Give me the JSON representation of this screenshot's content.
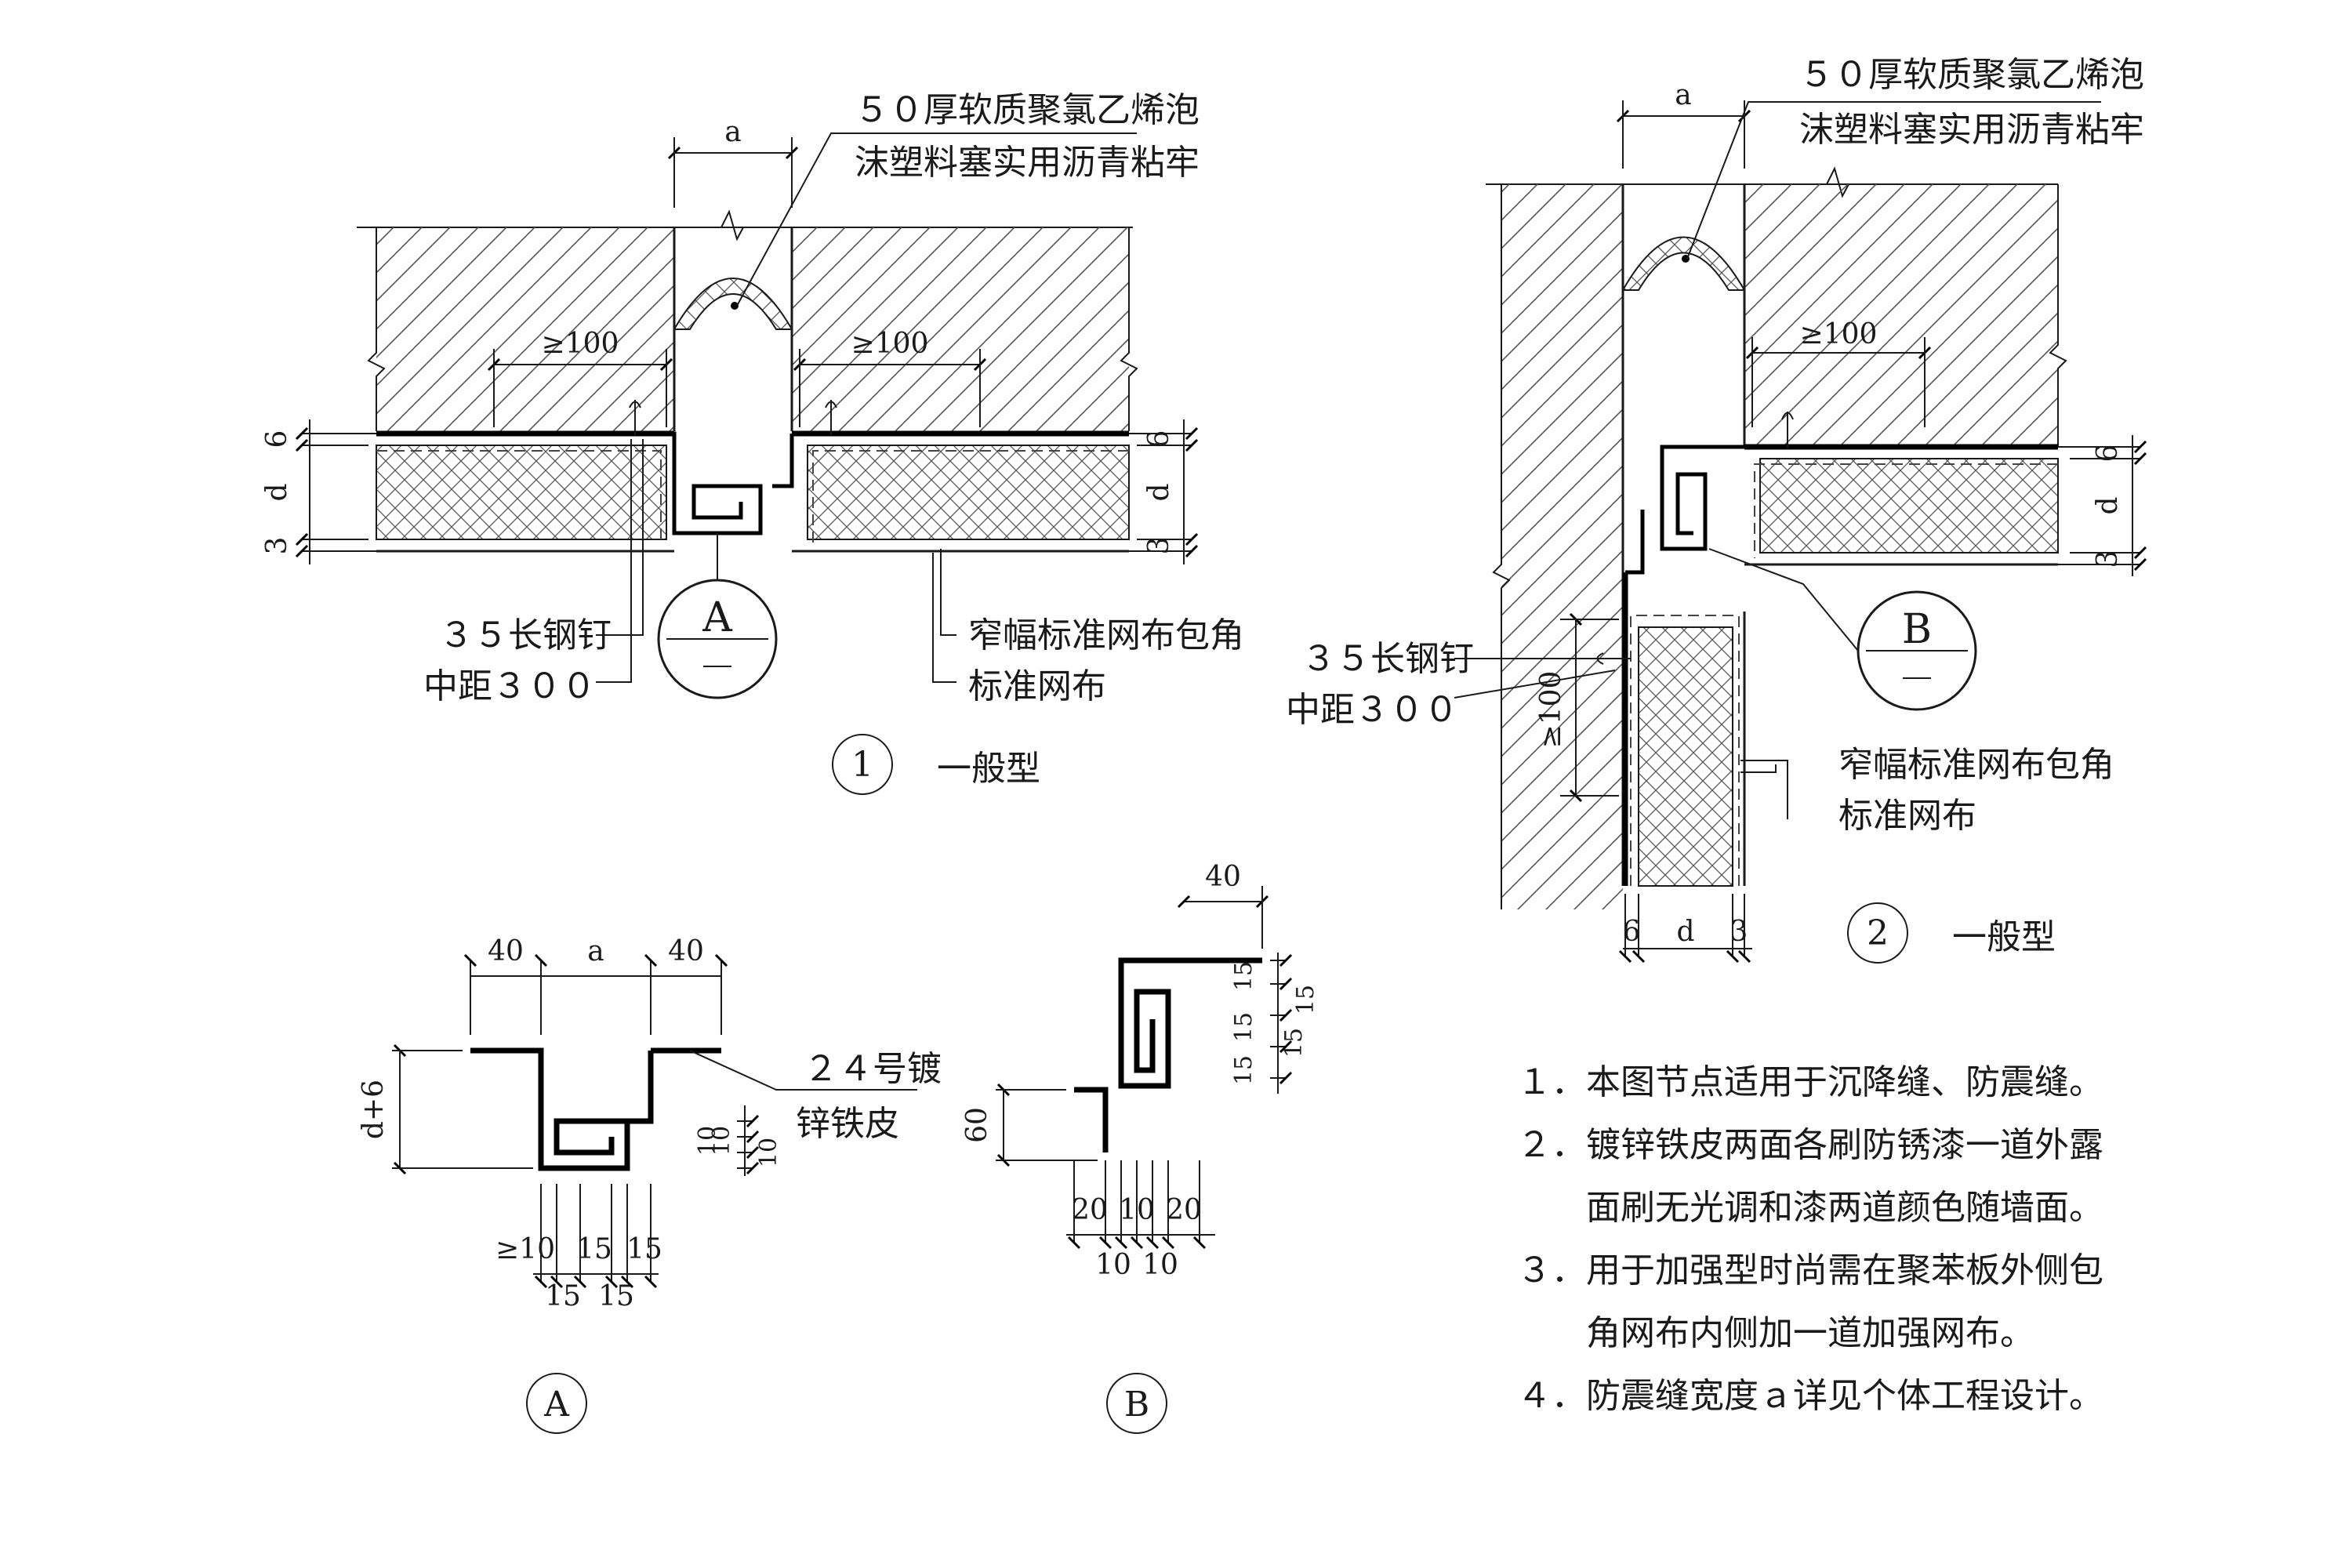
{
  "labels": {
    "foam_line1": "５０厚软质聚氯乙烯泡",
    "foam_line2": "沫塑料塞实用沥青粘牢",
    "nail_line1": "３５长钢钉",
    "nail_line2": "中距３００",
    "mesh_line1": "窄幅标准网布包角",
    "mesh_line2": "标准网布",
    "sheet_line1": "２４号镀",
    "sheet_line2": "锌铁皮",
    "type": "一般型",
    "callout_a": "A",
    "callout_b": "B",
    "section_1": "1",
    "section_2": "2",
    "detail_a": "A",
    "detail_b": "B"
  },
  "dims": {
    "a": "a",
    "d": "d",
    "six": "6",
    "three": "3",
    "ge100": "≥100",
    "forty": "40",
    "d_plus_6": "d+6",
    "ge10": "≥10",
    "ten": "10",
    "fifteen": "15",
    "twenty": "20",
    "sixty": "60"
  },
  "notes": [
    "１．本图节点适用于沉降缝、防震缝。",
    "２．镀锌铁皮两面各刷防锈漆一道外露",
    "　　面刷无光调和漆两道颜色随墙面。",
    "３．用于加强型时尚需在聚苯板外侧包",
    "　　角网布内侧加一道加强网布。",
    "４．防震缝宽度ａ详见个体工程设计。"
  ]
}
